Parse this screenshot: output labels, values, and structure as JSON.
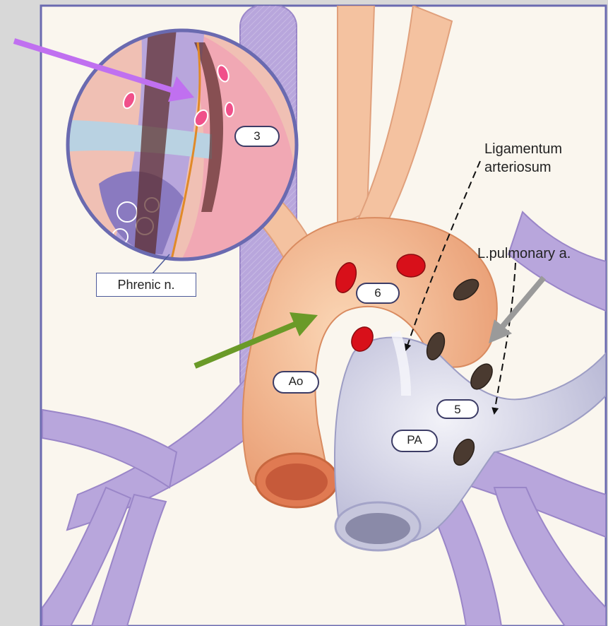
{
  "labels": {
    "ligamentum_line1": "Ligamentum",
    "ligamentum_line2": "arteriosum",
    "l_pulmonary": "L.pulmonary a.",
    "phrenic": "Phrenic n.",
    "arch_3": "3",
    "arch_6": "6",
    "arch_5": "5",
    "aorta": "Ao",
    "pulmonary_artery": "PA"
  },
  "colors": {
    "background": "#d8d8d8",
    "panel": "#faf6ee",
    "panel_border": "#6a6ab0",
    "aorta": "#f2b890",
    "pulmonary_artery": "#dcdcec",
    "airway": "#b8a6dc",
    "red_node": "#d8101a",
    "dark_node": "#4a3a30",
    "arrow_purple": "#c070f0",
    "arrow_green": "#6a9a28",
    "arrow_gray": "#9a9a9a",
    "phrenic_nerve": "#e08a28"
  },
  "icons": [
    "arrow-purple-icon",
    "arrow-green-icon",
    "arrow-gray-icon"
  ]
}
